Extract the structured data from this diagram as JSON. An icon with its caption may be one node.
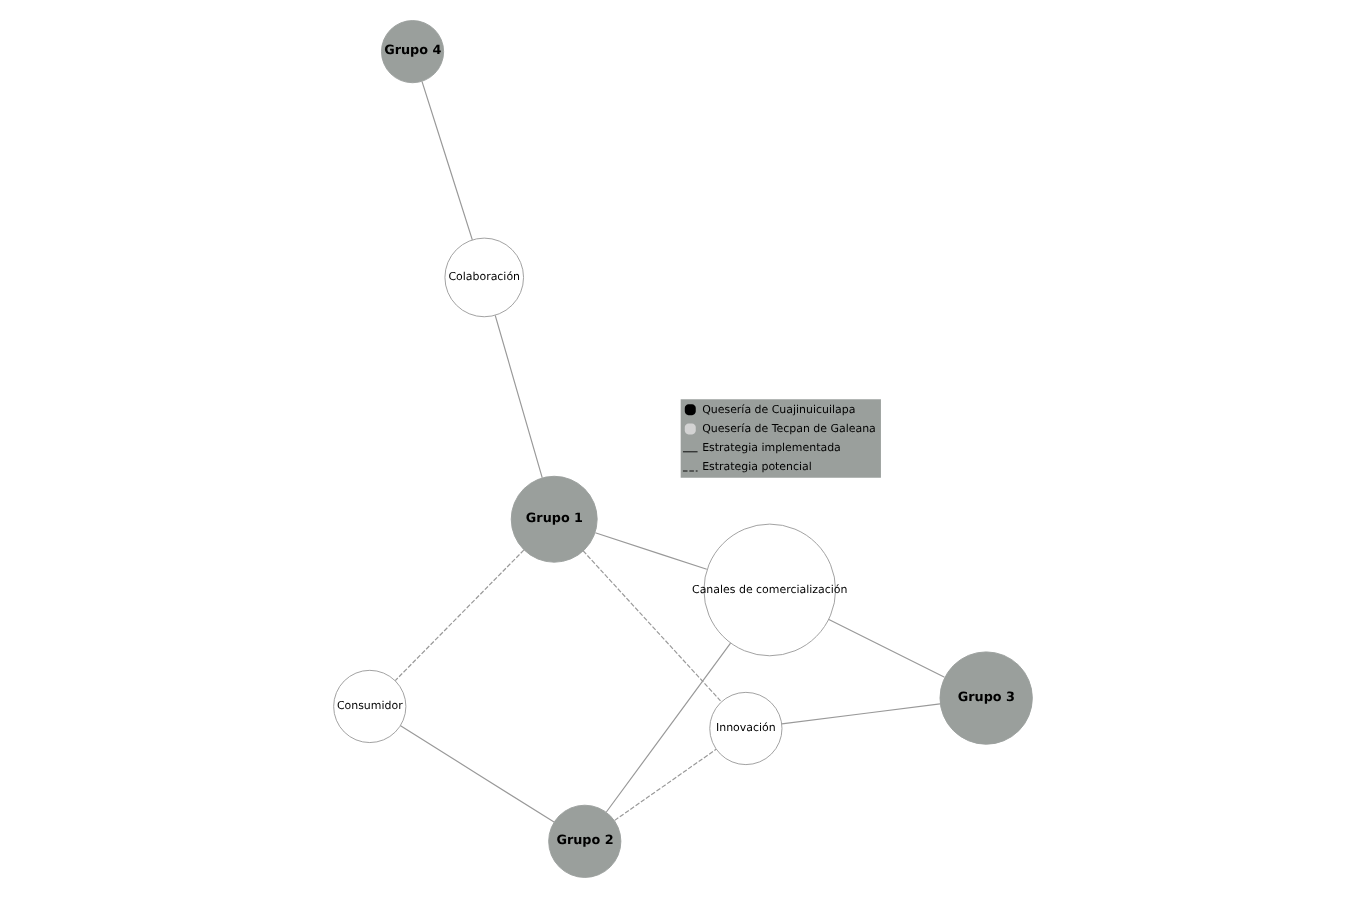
{
  "diagram": {
    "nodes": [
      {
        "text": [
          "Grupo 1"
        ]
      },
      {
        "text": [
          "Colaboración"
        ]
      },
      {
        "text": [
          "Consumidor"
        ]
      },
      {
        "text": [
          "Grupo 4"
        ]
      },
      {
        "text": [
          "Canales de comercialización"
        ]
      },
      {
        "text": [
          "Grupo 2"
        ]
      },
      {
        "text": [
          "Innovación"
        ]
      },
      {
        "text": [
          "Grupo 3"
        ]
      }
    ],
    "edges": [
      {
        "from": 0,
        "to": 1,
        "arrow": "none"
      },
      {
        "from": 0,
        "to": 4,
        "arrow": "none"
      },
      {
        "from": 0,
        "to": 2,
        "arrow": "none",
        "style": "dashed"
      },
      {
        "from": 0,
        "to": 6,
        "arrow": "none",
        "style": "dashed"
      },
      {
        "from": 1,
        "to": 3,
        "arrow": "none"
      },
      {
        "from": 2,
        "to": 5,
        "arrow": "none"
      },
      {
        "from": 5,
        "to": 4,
        "arrow": "none"
      },
      {
        "from": 5,
        "to": 6,
        "arrow": "none",
        "style": "dashed"
      },
      {
        "from": 4,
        "to": 7,
        "arrow": "none"
      },
      {
        "from": 6,
        "to": 7,
        "arrow": "none"
      }
    ],
    "legend": [
      {
        "text": "Quesería de Cuajinuicuilapa",
        "color": "#000000"
      },
      {
        "text": "Quesería de Tecpan de Galeana",
        "color": "#d3d3d3"
      },
      {
        "text": "Estrategia implementada"
      },
      {
        "text": "Estrategia potencial"
      }
    ]
  }
}
